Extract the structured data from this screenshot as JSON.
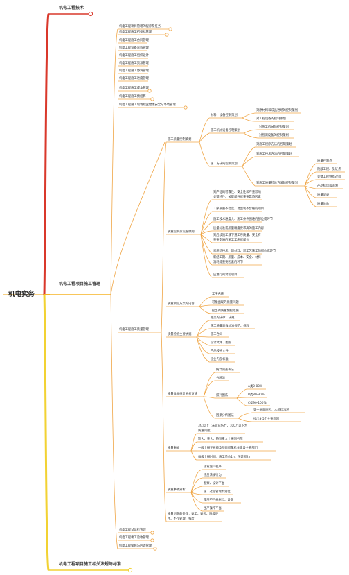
{
  "root": "机电实务",
  "branches": {
    "top": "机电工程技术",
    "middle": "机电工程项目施工管理",
    "bottom": "机电工程项目施工相关法规与标准"
  },
  "topics": [
    "机电工程项目管理的程序及任务",
    "机电工程施工招投标管理",
    "机电工程施工合同管理",
    "机电工程设备采购管理",
    "机电工程施工组织设计",
    "机电工程施工资源管理",
    "机电工程施工协调管理",
    "机电工程施工进度管理",
    "机电工程施工成本管理",
    "机电工程施工预结算",
    "机电工程施工现场职业健康安全与环境管理",
    "机电工程施工质量管理",
    "机电工程试运行管理",
    "机电工程竣工验收管理",
    "机电工程保修与回访管理"
  ],
  "quality": {
    "control": {
      "label": "施工质量控制策划",
      "material": {
        "label": "材料、设备控制策划",
        "items": [
          "对原材料和成品进场的控制策划",
          "对工程设备的控制策划"
        ]
      },
      "machine": {
        "label": "施工机械设备控制策划",
        "items": [
          "对施工机械的控制策划",
          "对检测设备的控制策划"
        ]
      },
      "method": {
        "label": "施工方法的控制策划",
        "items": [
          "对施工程序方法的控制策划",
          "对施工技术方法的控制策划",
          "对施工质量检验方法的控制策划"
        ],
        "sub": [
          "质量控制点",
          "隐蔽工程、见证点",
          "关键工程特殊过程",
          "产品标识和追溯",
          "质量记录",
          "质量验收"
        ]
      }
    },
    "principles": {
      "label": "质量控制点设置原则",
      "items": [
        "对产品的可靠性、安全性和严重影响关键特性、关键部件或重要影响因素",
        "工序质量不稳定，易出现不合格的项目",
        "施工技术难度大、施工条件困难的部位或环节",
        "质量标准或质量精度要求高的施工内容",
        "对后续施工或下道工序质量、安全有重要影响的施工工序或部位",
        "采用新技术、新材料、新工艺施工的部位或环节",
        "新结工期、质量、成本、安全、材料消耗等重要因素的环节",
        "应进行的试验项目"
      ]
    },
    "preparation": {
      "label": "质量预控方案的内容",
      "items": [
        "工序名称",
        "可能出现的质量问题",
        "提出的质量预控措施"
      ]
    },
    "inspection": {
      "label": "质量检验主要依据",
      "items": [
        "相关的法律、法规",
        "施工质量验收标准规范、规程",
        "施工合同",
        "设计文件、图纸",
        "产品技术文件",
        "企业内部标准"
      ]
    },
    "statistics": {
      "label": "质量数据统计分析方法",
      "items": [
        "统计调查表法",
        "分层法"
      ],
      "pareto": {
        "label": "排列图法",
        "items": [
          "A类0-80%",
          "B类80-90%",
          "C类90-100%"
        ]
      },
      "causal": {
        "label": "因果分析图法",
        "items": [
          "第一层面原因：人机料法环",
          "找出3-5个主要原因"
        ]
      }
    },
    "accident": {
      "label": "质量事故",
      "items": [
        "3亿以上（未造成伤亡，100万以下为质量问题）",
        "较大、重大、特别重大上报国务院",
        "一般上报至省级及项目所属机关建设主管部门",
        "每级上报时间：施工单位1h，住建部2h"
      ]
    },
    "analysis": {
      "label": "质量事故分析",
      "items": [
        "违背施工程序",
        "违反法规行为",
        "勘察、设计不当",
        "施工过程管理不到位",
        "使用不合格材料、设备",
        "生产操作不当"
      ]
    },
    "handling": {
      "label": "质量问题的处理：返工、返修、降级使用、不作处理、报废"
    }
  },
  "colors": {
    "top_branch": "#d9382b",
    "middle_branch": "#f5b323",
    "bottom_branch": "#f2d233",
    "link": "#f0a646",
    "root_underline": "#f1b43b"
  }
}
